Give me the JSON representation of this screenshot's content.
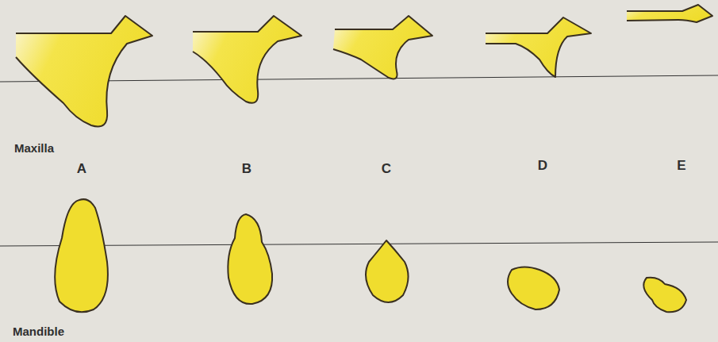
{
  "diagram": {
    "labels": [
      "Maxilla",
      "A",
      "B",
      "C",
      "D",
      "E",
      "Mandible"
    ]
  }
}
